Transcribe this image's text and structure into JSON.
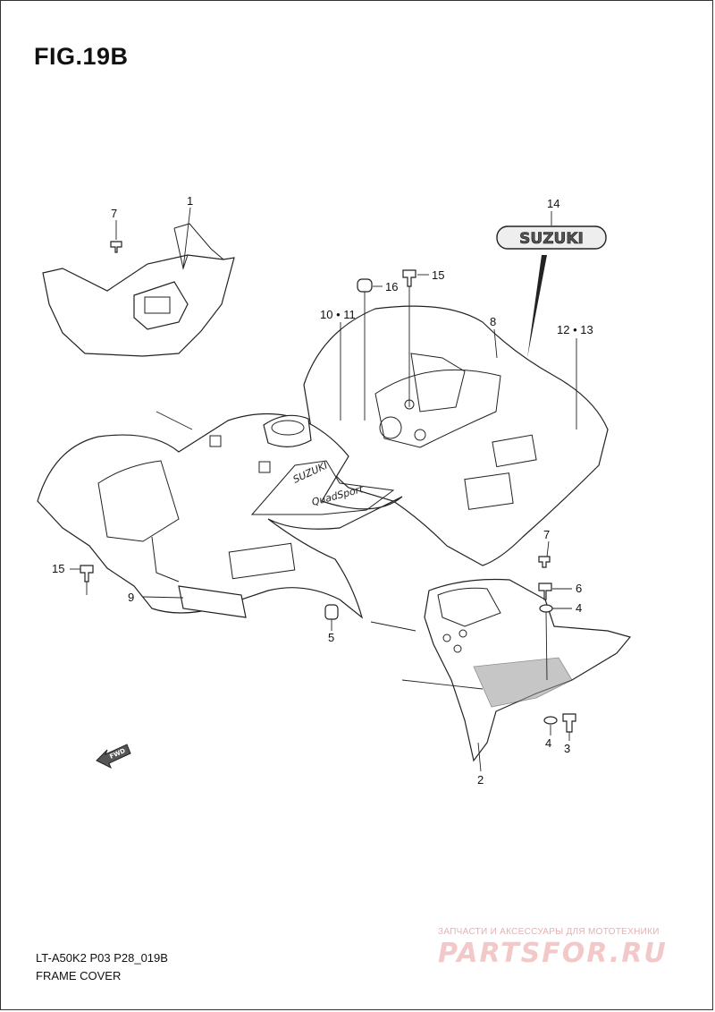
{
  "figure": {
    "title": "FIG.19B",
    "model_code": "LT-A50K2 P03 P28_019B",
    "section_name": "FRAME COVER"
  },
  "callouts": {
    "c1": "1",
    "c2": "2",
    "c3": "3",
    "c4a": "4",
    "c4b": "4",
    "c5": "5",
    "c6": "6",
    "c7a": "7",
    "c7b": "7",
    "c8": "8",
    "c9": "9",
    "c10_11": "10 • 11",
    "c12_13": "12 • 13",
    "c14": "14",
    "c15a": "15",
    "c15b": "15",
    "c16": "16"
  },
  "decals": {
    "brand": "SUZUKI",
    "model_decal": "QuadSport",
    "forward_arrow": "FWD"
  },
  "watermark": {
    "subtitle": "ЗАПЧАСТИ И АКСЕССУАРЫ ДЛЯ МОТОТЕХНИКИ",
    "brand": "PARTSFOR.RU"
  }
}
